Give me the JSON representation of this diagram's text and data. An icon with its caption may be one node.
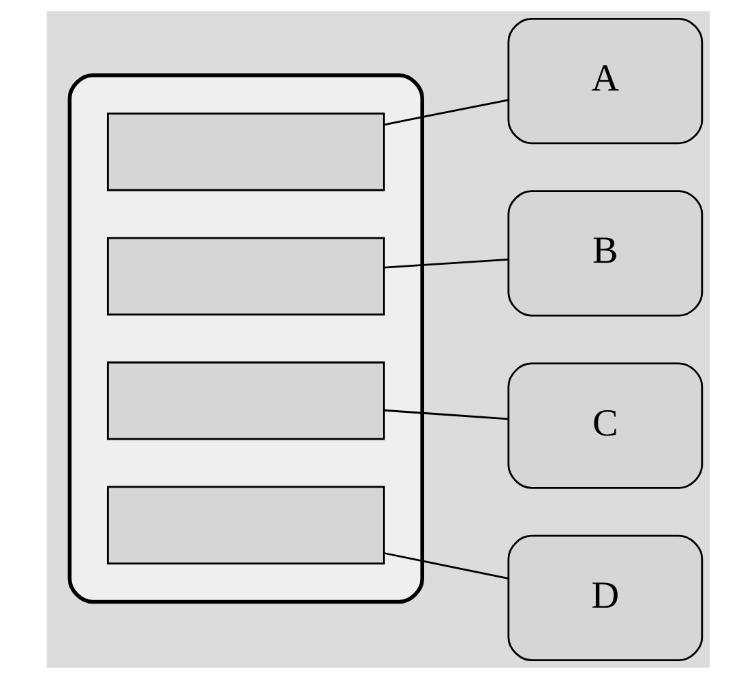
{
  "diagram": {
    "nodes": [
      {
        "text": [],
        "shape": "box"
      },
      {
        "text": [],
        "shape": "box",
        "in": 0
      },
      {
        "text": [],
        "shape": "box",
        "in": 0
      },
      {
        "text": [],
        "shape": "box",
        "in": 0
      },
      {
        "text": [],
        "shape": "box",
        "in": 0
      },
      {
        "text": [
          "A"
        ]
      },
      {
        "text": [
          "B"
        ]
      },
      {
        "text": [
          "C"
        ]
      },
      {
        "text": [
          "D"
        ]
      }
    ],
    "edges": [
      {
        "from": 5,
        "to": 1,
        "arrow": "none"
      },
      {
        "from": 6,
        "to": 2,
        "arrow": "none"
      },
      {
        "from": 7,
        "to": 3,
        "arrow": "none"
      },
      {
        "from": 8,
        "to": 4,
        "arrow": "none"
      }
    ]
  }
}
